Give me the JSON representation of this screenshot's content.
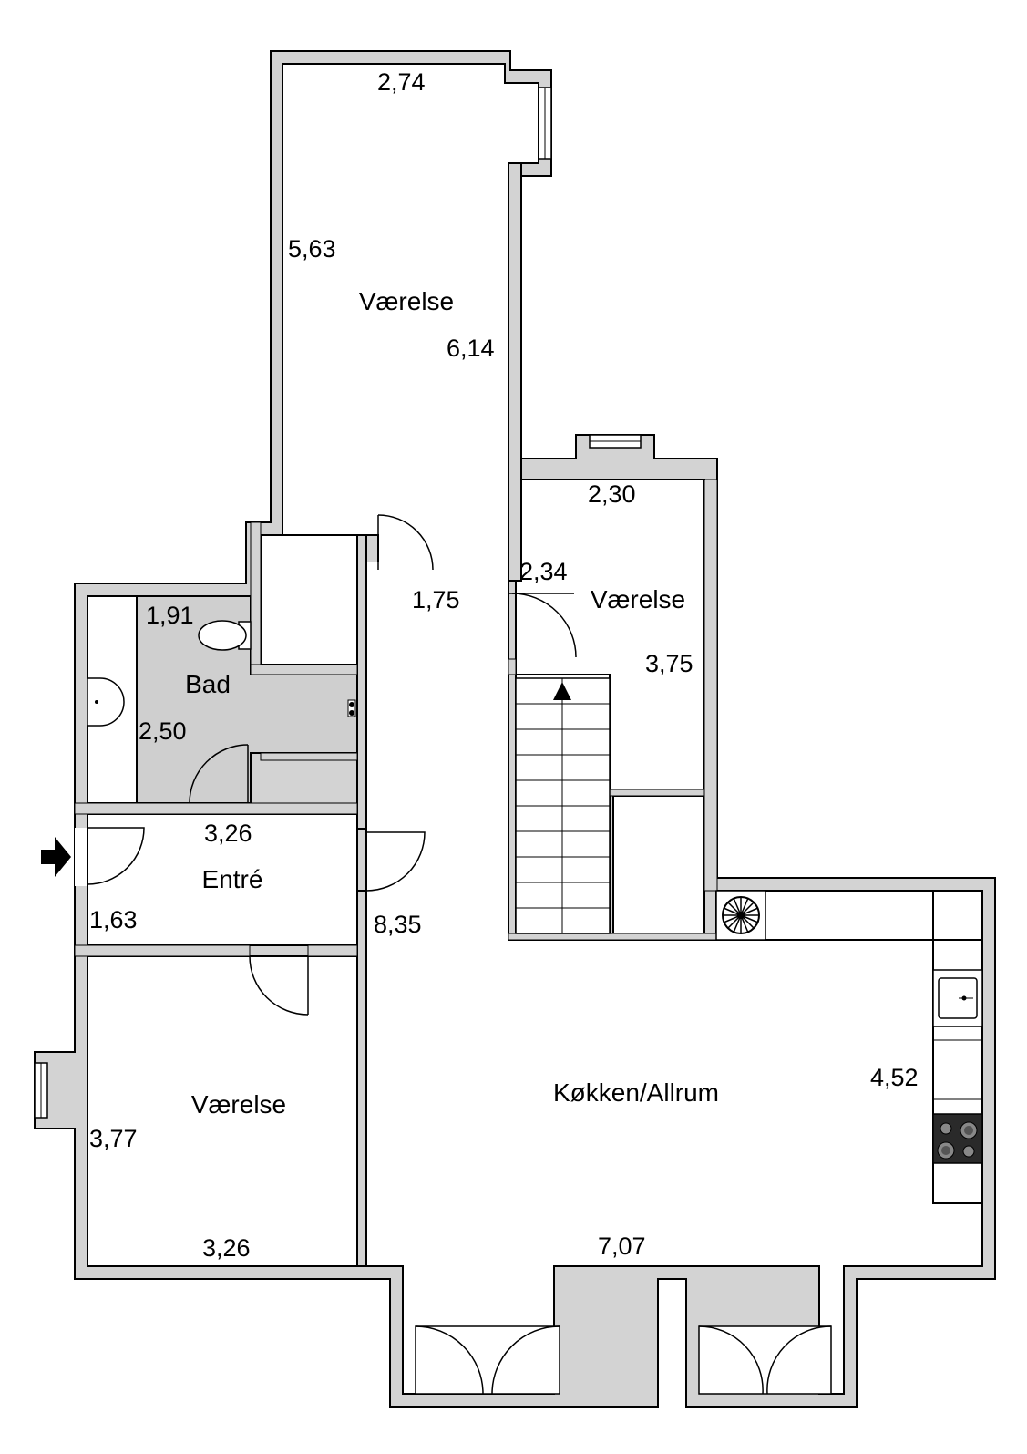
{
  "rooms": {
    "vaerelse_top": "Værelse",
    "vaerelse_mid": "Værelse",
    "bad": "Bad",
    "entre": "Entré",
    "vaerelse_bottom": "Værelse",
    "kokken": "Køkken/Allrum"
  },
  "dimensions": {
    "top_width": "2,74",
    "top_left_height": "5,63",
    "top_right_height": "6,14",
    "mid_width": "2,30",
    "mid_left": "2,34",
    "mid_height": "3,75",
    "hall_width": "1,75",
    "bad_width": "1,91",
    "bad_height": "2,50",
    "entre_width": "3,26",
    "entre_height": "1,63",
    "hall_length": "8,35",
    "bottom_height": "3,77",
    "bottom_width": "3,26",
    "kitchen_height": "4,52",
    "kitchen_width": "7,07"
  },
  "icons": {
    "entrance": "entrance-arrow-icon",
    "toilet": "toilet-icon",
    "sink": "washbasin-icon",
    "shower": "shower-icon",
    "stairs": "stairs-icon",
    "stove": "stove-icon",
    "kitchen_sink": "kitchen-sink-icon",
    "fan": "fan-icon"
  }
}
